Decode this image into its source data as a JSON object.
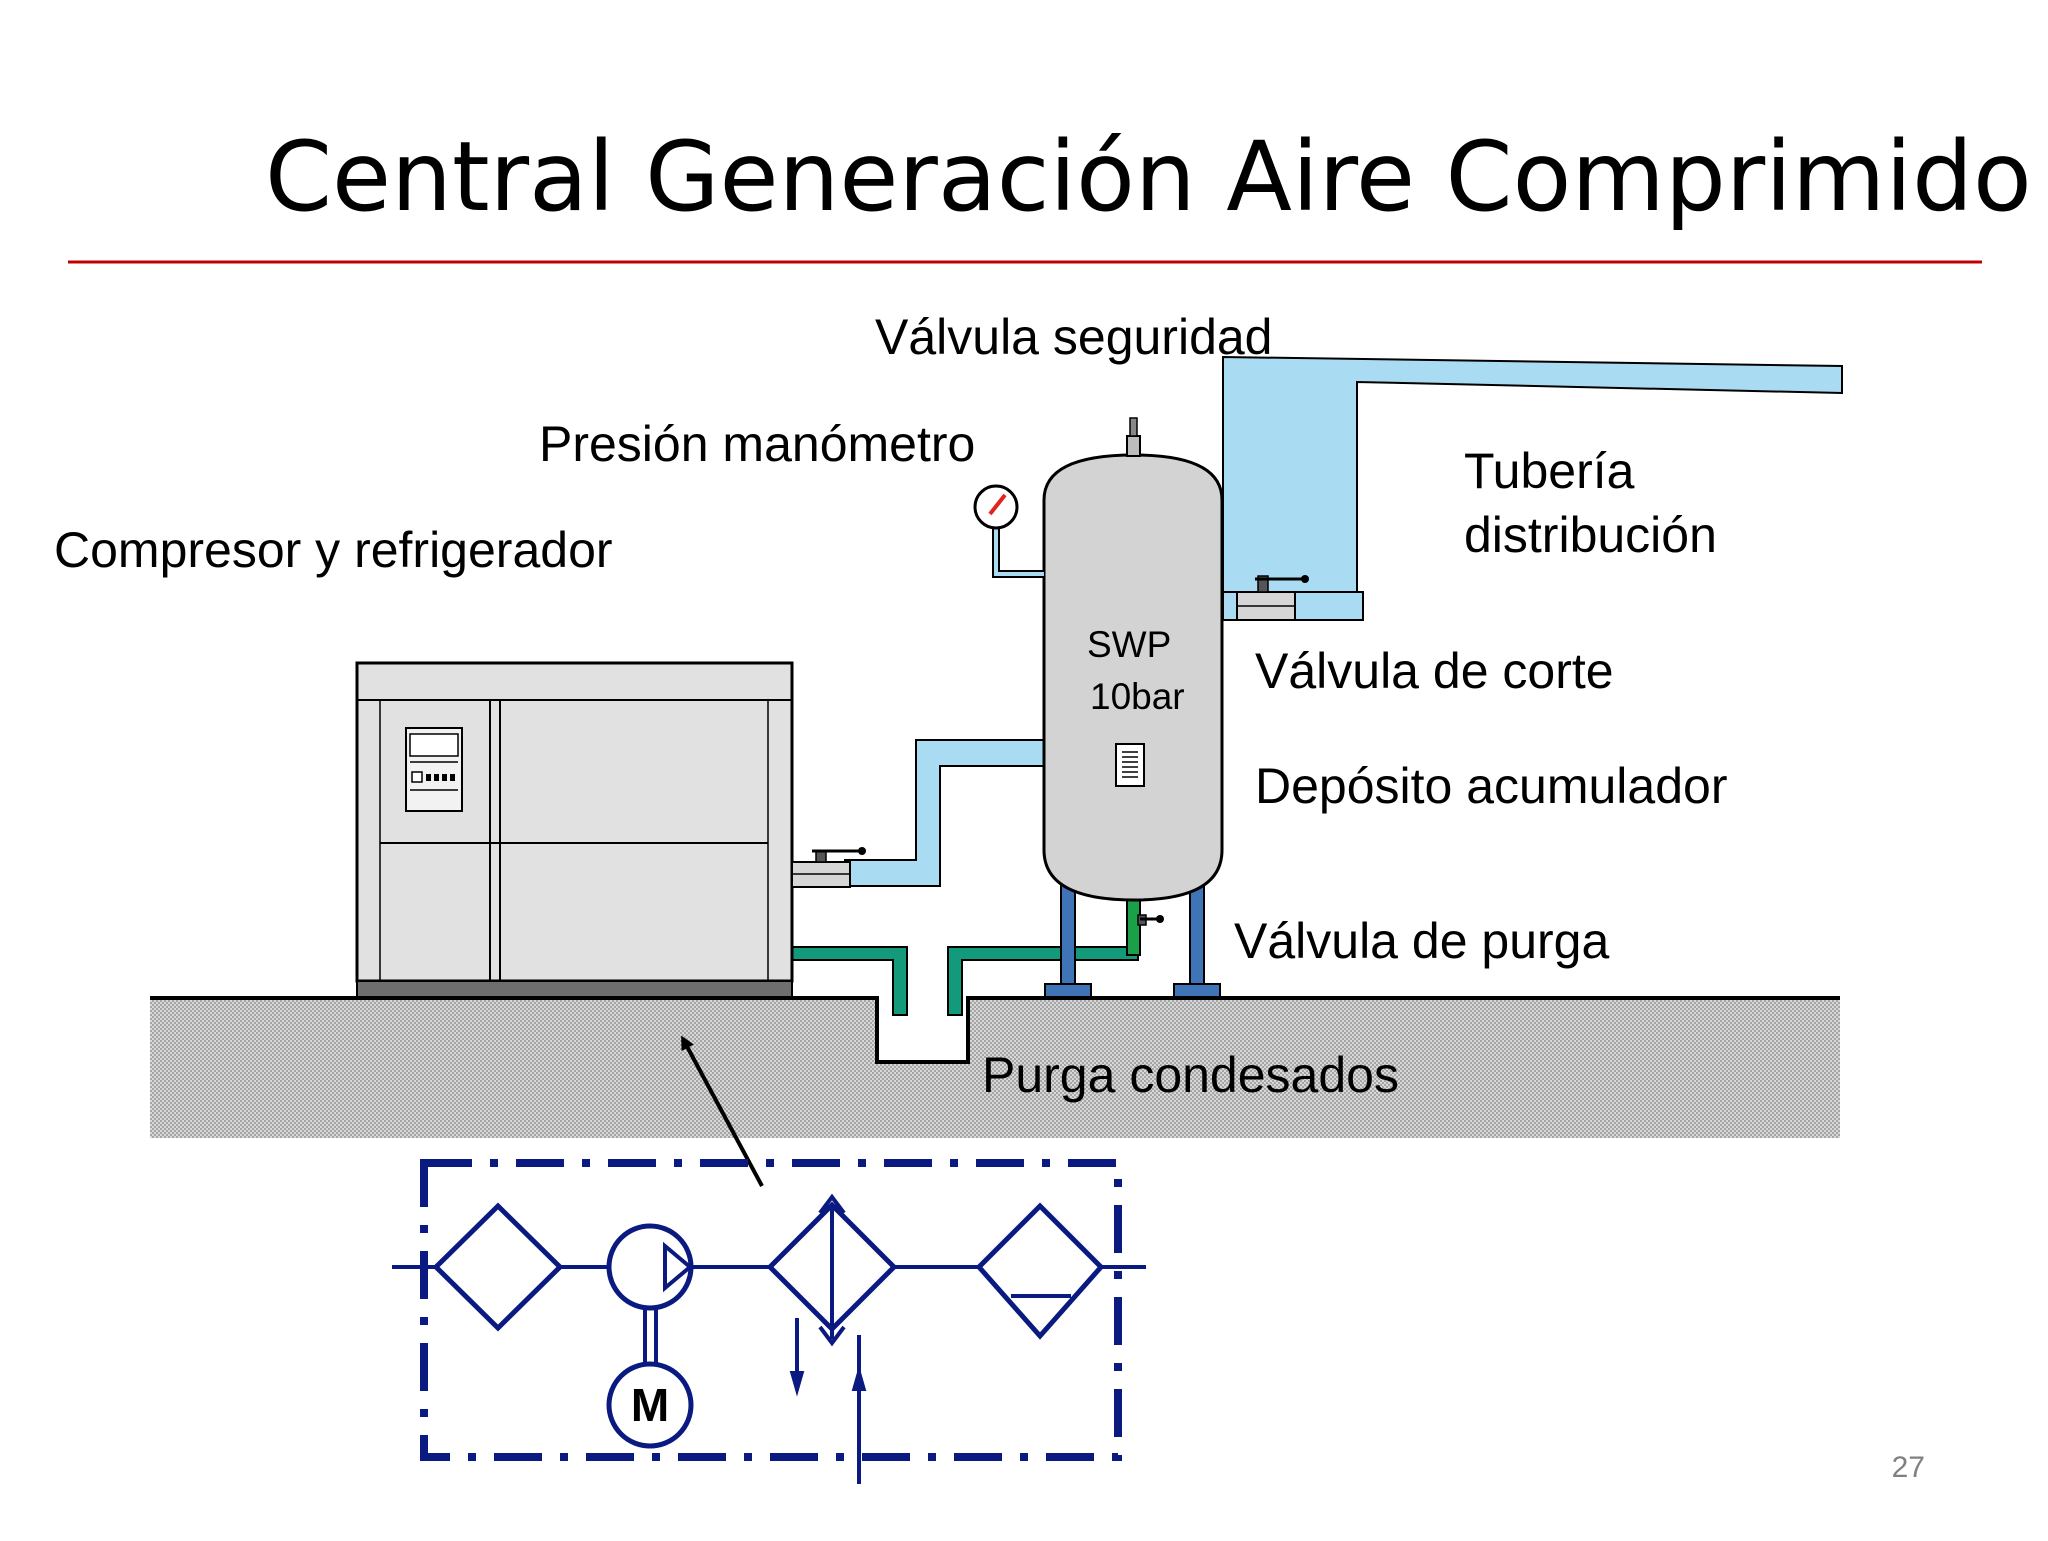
{
  "slide": {
    "title": "Central Generación Aire Comprimido",
    "page_number": "27"
  },
  "labels": {
    "safety_valve": "Válvula seguridad",
    "pressure_gauge": "Presión manómetro",
    "compressor": "Compresor y  refrigerador",
    "pipe_line1": "Tubería",
    "pipe_line2": "distribución",
    "shutoff_valve": "Válvula de corte",
    "tank": "Depósito acumulador",
    "drain_valve": "Válvula de purga",
    "condensate_drain": "Purga condesados",
    "tank_tag_line1": "SWP",
    "tank_tag_line2": "10bar",
    "motor_symbol": "M"
  },
  "colors": {
    "title_rule": "#c00000",
    "air_pipe": "#a9dcf3",
    "condensate_pipe": "#139a7a",
    "tank_legs": "#3f74b7",
    "tank_body": "#d3d3d3",
    "cabinet": "#e1e1e1",
    "ground_hatch": "#bcbcbc",
    "schematic": "#0a1a80",
    "arrow": "#000000"
  },
  "icons": {
    "gauge": "pressure-gauge-icon",
    "valve": "ball-valve-icon",
    "motor": "motor-symbol",
    "filter": "filter-symbol",
    "compressor": "compressor-symbol",
    "cooler": "cooler-symbol"
  }
}
